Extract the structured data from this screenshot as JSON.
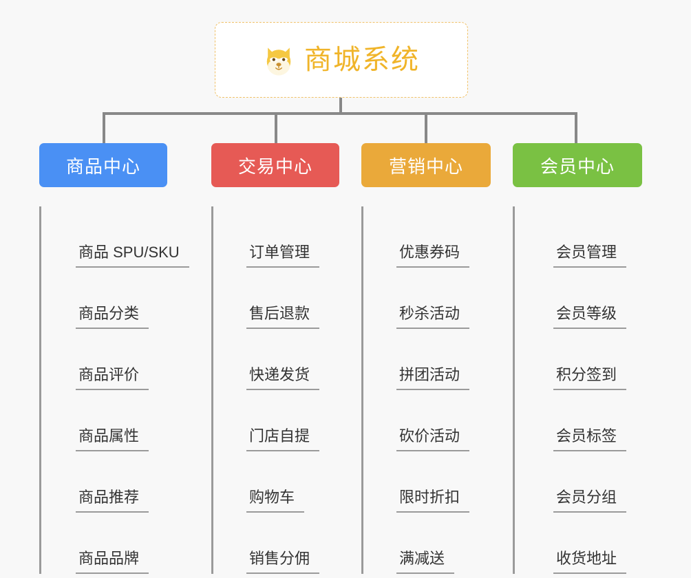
{
  "page": {
    "background_color": "#f8f8f8",
    "type": "org-chart"
  },
  "root": {
    "title": "商城系统",
    "icon": "dog-face-icon",
    "text_color": "#f0b429",
    "border_color": "#f0c066",
    "background_color": "#ffffff"
  },
  "connectors": {
    "color": "#888888"
  },
  "columns": [
    {
      "header": "商品中心",
      "color": "#4a90f4",
      "items": [
        "商品 SPU/SKU",
        "商品分类",
        "商品评价",
        "商品属性",
        "商品推荐",
        "商品品牌"
      ]
    },
    {
      "header": "交易中心",
      "color": "#e65a55",
      "items": [
        "订单管理",
        "售后退款",
        "快递发货",
        "门店自提",
        "购物车",
        "销售分佣"
      ]
    },
    {
      "header": "营销中心",
      "color": "#eaa93a",
      "items": [
        "优惠券码",
        "秒杀活动",
        "拼团活动",
        "砍价活动",
        "限时折扣",
        "满减送"
      ]
    },
    {
      "header": "会员中心",
      "color": "#7ac143",
      "items": [
        "会员管理",
        "会员等级",
        "积分签到",
        "会员标签",
        "会员分组",
        "收货地址"
      ]
    }
  ]
}
